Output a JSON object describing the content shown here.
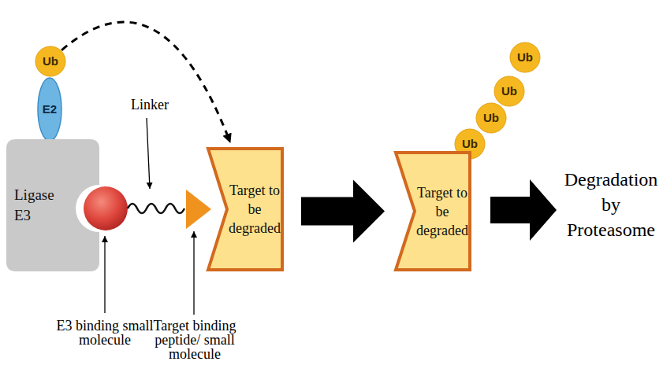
{
  "diagram": {
    "nodes": [
      {
        "text": [
          "Ub"
        ]
      },
      {
        "text": [
          "E2"
        ]
      },
      {
        "text": [
          "Ligase E3"
        ]
      },
      {
        "text": [
          "Target to be degraded"
        ]
      },
      {
        "text": [
          "Ub"
        ]
      },
      {
        "text": [
          "Ub"
        ]
      },
      {
        "text": [
          "Ub"
        ]
      },
      {
        "text": [
          "Ub"
        ]
      },
      {
        "text": [
          "Target to be degraded"
        ]
      }
    ],
    "edges": [
      {
        "from": 0,
        "to": 3,
        "arrow": "to"
      },
      {
        "from": 3,
        "to": 8,
        "arrow": "to"
      }
    ],
    "labels": [
      "Linker",
      "E3 binding small molecule",
      "Target binding peptide/ small molecule",
      "Degradation by Proteasome"
    ]
  }
}
